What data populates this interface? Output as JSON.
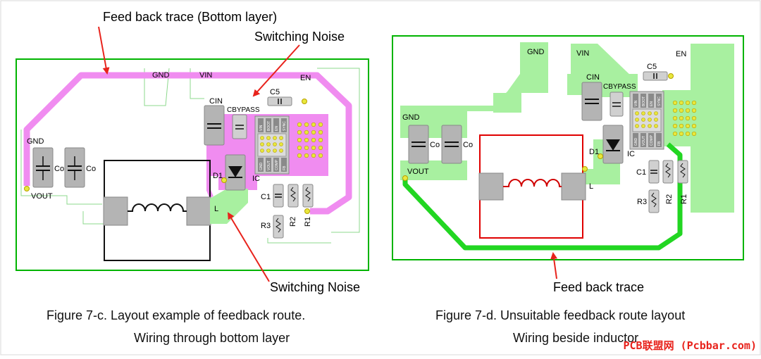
{
  "colors": {
    "board_outline": "#00b400",
    "copper_fill": "#a8f0a0",
    "bottom_trace": "#f08cf0",
    "feedback_trace_d": "#22d622",
    "inductor_outline": "#e00000",
    "annotation_arrow": "#e8231c",
    "pad": "#b4b4b4",
    "via": "#e8e83c"
  },
  "figure_c": {
    "annotation_feedback": "Feed back trace (Bottom layer)",
    "annotation_noise_top": "Switching Noise",
    "annotation_noise_bottom": "Switching Noise",
    "caption_line1": "Figure 7-c. Layout example of feedback route.",
    "caption_line2": "Wiring through bottom layer",
    "labels": {
      "gnd_top": "GND",
      "vin": "VIN",
      "en": "EN",
      "cin": "CIN",
      "c5": "C5",
      "cbypass": "CBYPASS",
      "gnd_left": "GND",
      "co1": "Co",
      "co2": "Co",
      "vout": "VOUT",
      "d1": "D1",
      "ic": "IC",
      "l": "L",
      "c1": "C1",
      "r3": "R3",
      "r2": "R2",
      "r1": "R1"
    },
    "ic_pins_top": [
      "VIN",
      "BOOT",
      "EN",
      "SYNC"
    ],
    "ic_pins_bottom": [
      "GND",
      "VOUT",
      "COMP",
      "FB"
    ]
  },
  "figure_d": {
    "annotation_feedback": "Feed back trace",
    "caption_line1": "Figure 7-d. Unsuitable feedback route layout",
    "caption_line2": "Wiring beside inductor",
    "labels": {
      "gnd_top": "GND",
      "vin": "VIN",
      "en": "EN",
      "cin": "CIN",
      "c5": "C5",
      "cbypass": "CBYPASS",
      "gnd_left": "GND",
      "co1": "Co",
      "co2": "Co",
      "vout": "VOUT",
      "d1": "D1",
      "ic": "IC",
      "l": "L",
      "c1": "C1",
      "r3": "R3",
      "r2": "R2",
      "r1": "R1"
    },
    "ic_pins_top": [
      "VIN",
      "BOOT",
      "EN",
      "SYNC"
    ],
    "ic_pins_bottom": [
      "GND",
      "VOUT",
      "COMP",
      "FB"
    ]
  },
  "watermark": "PCB联盟网 (Pcbbar.com)"
}
